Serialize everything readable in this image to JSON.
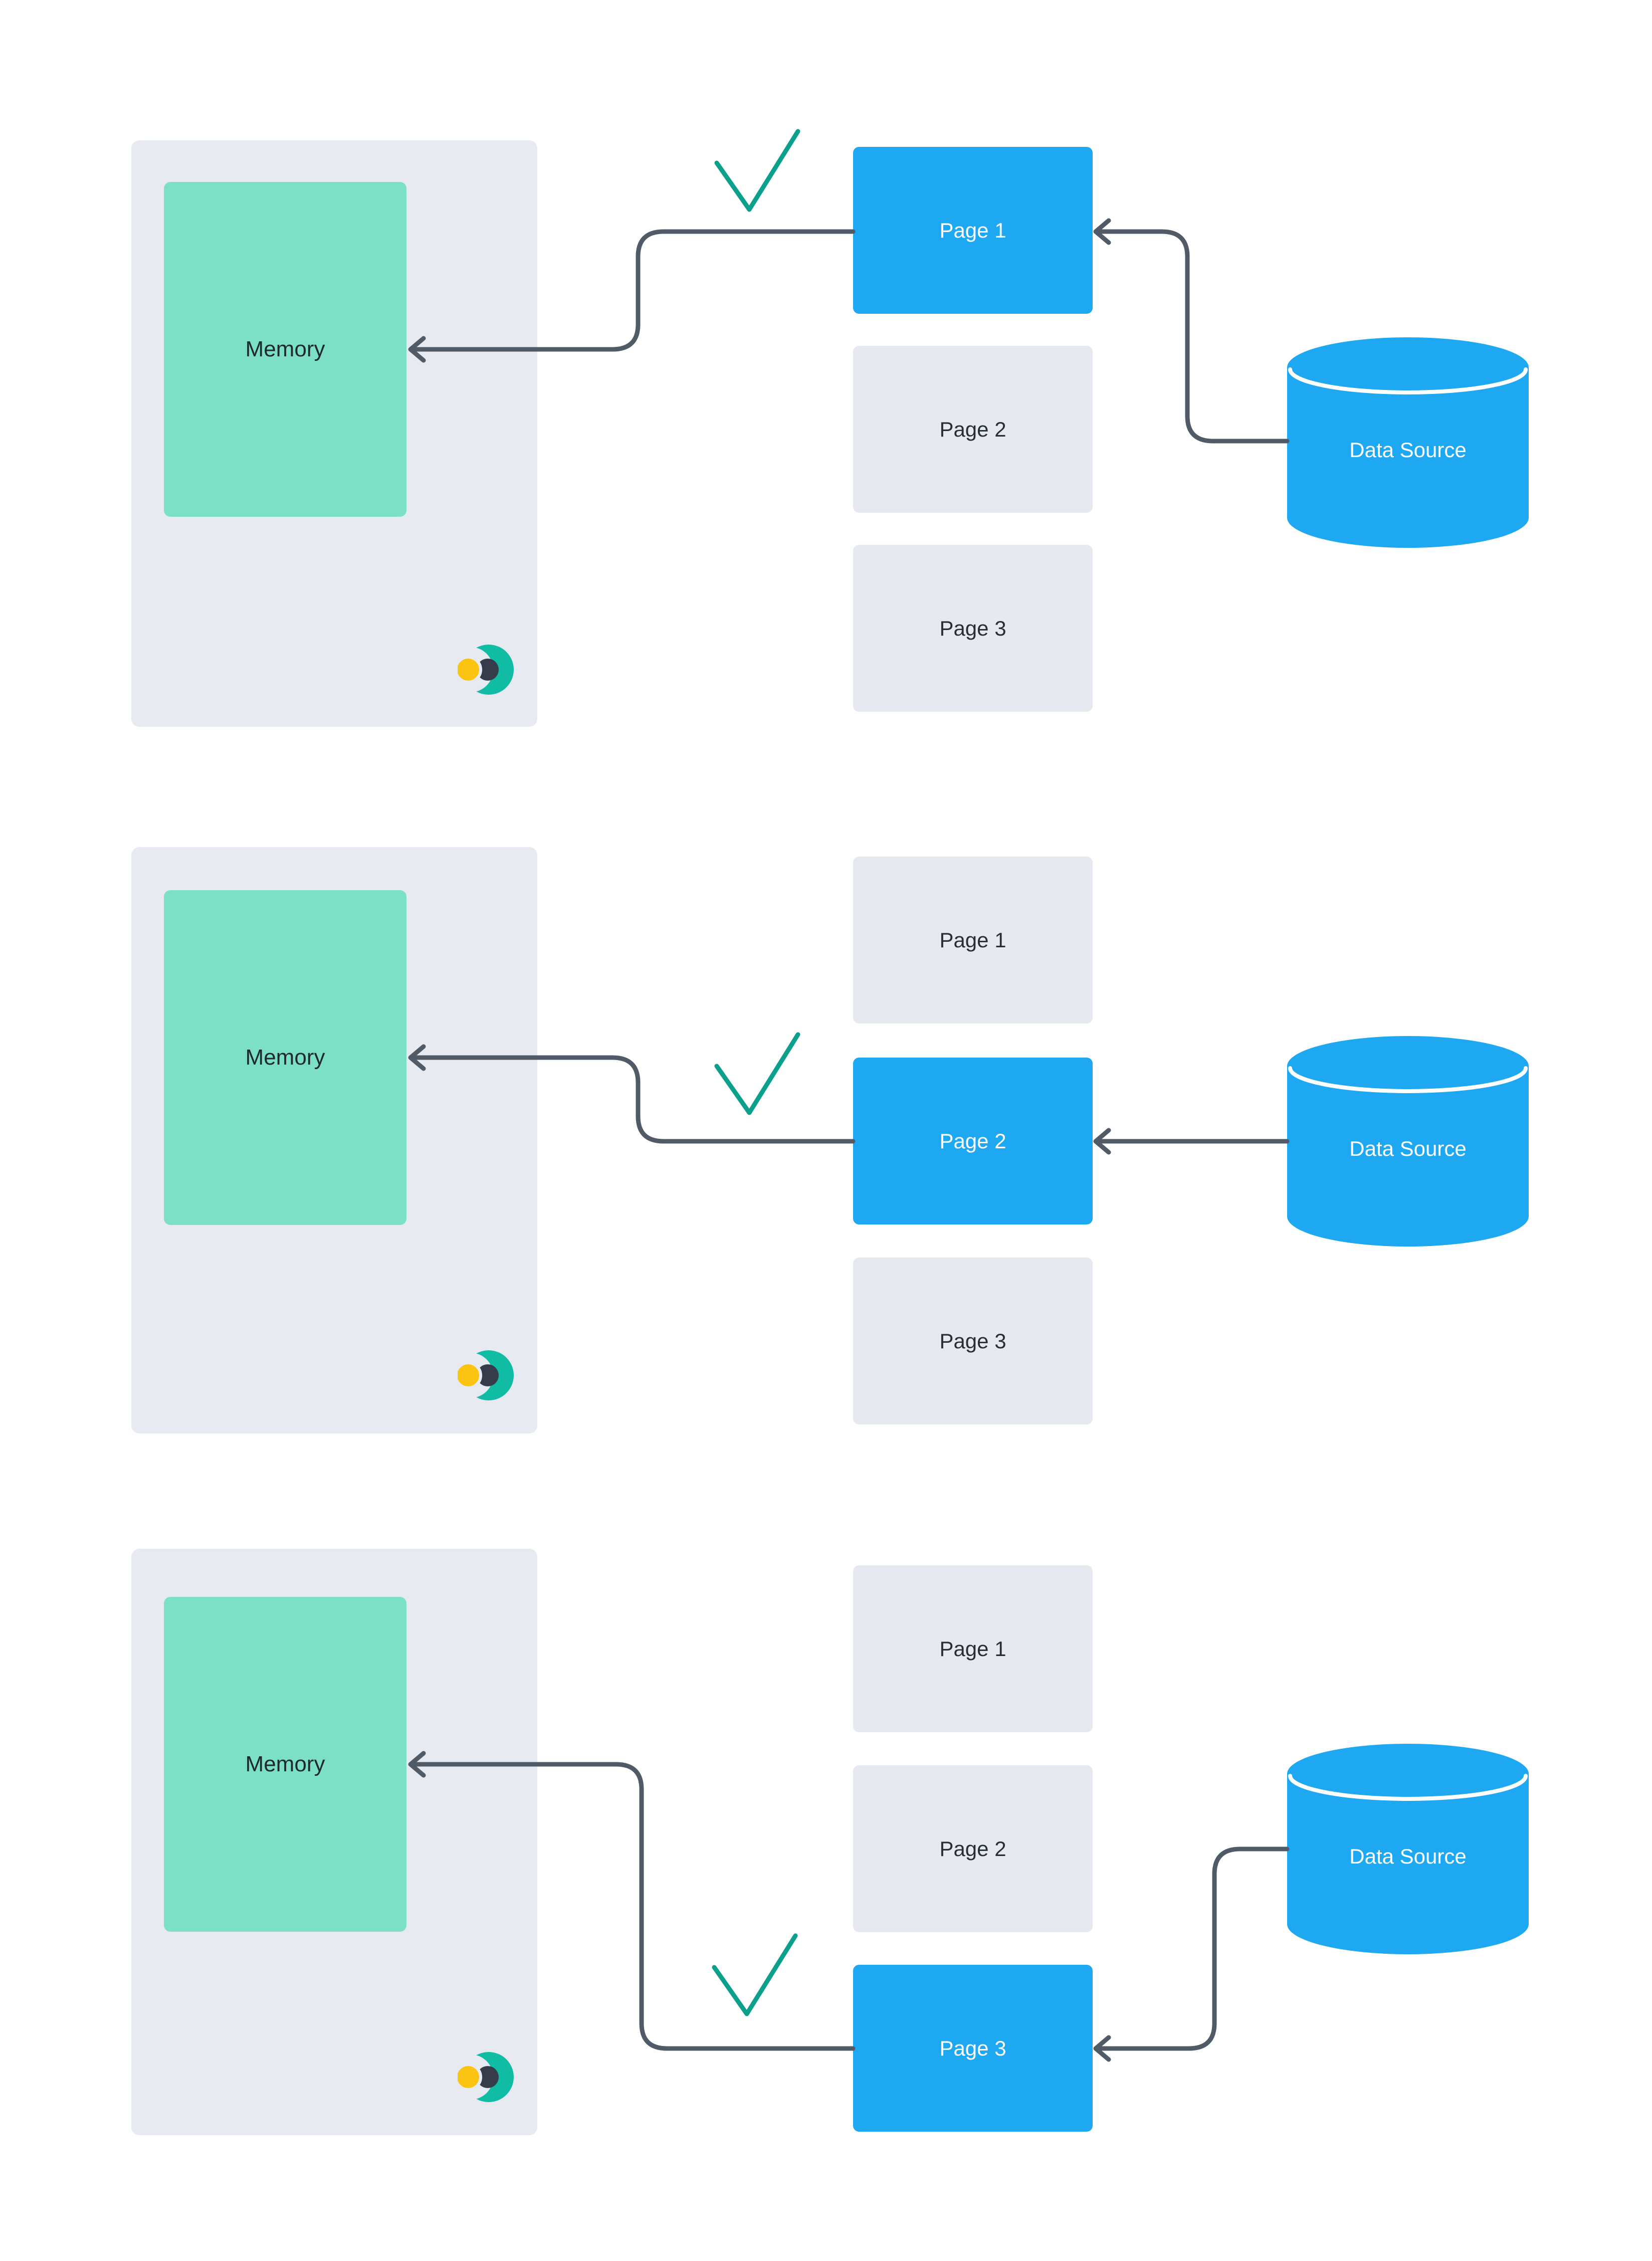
{
  "diagram": {
    "description_colors": {
      "accent_blue": "#1EA8F2",
      "memory_teal": "#7CE0C6",
      "panel_gray": "#E7EAF0",
      "page_gray": "#E6E9F0",
      "arrow_gray": "#515A67",
      "check_green": "#0AA08C",
      "logo_teal": "#10BDA4",
      "logo_yellow": "#FBC413",
      "logo_dark": "#363C49"
    },
    "icons": {
      "checkmark": "check-icon",
      "logo": "crescent-logo-icon",
      "arrowhead": "arrow-left-icon",
      "data_source": "database-cylinder-icon"
    },
    "panels": [
      {
        "memory_label": "Memory",
        "data_source_label": "Data Source",
        "active_page_index": 0,
        "pages": [
          "Page 1",
          "Page 2",
          "Page 3"
        ]
      },
      {
        "memory_label": "Memory",
        "data_source_label": "Data Source",
        "active_page_index": 1,
        "pages": [
          "Page 1",
          "Page 2",
          "Page 3"
        ]
      },
      {
        "memory_label": "Memory",
        "data_source_label": "Data Source",
        "active_page_index": 2,
        "pages": [
          "Page 1",
          "Page 2",
          "Page 3"
        ]
      }
    ]
  }
}
